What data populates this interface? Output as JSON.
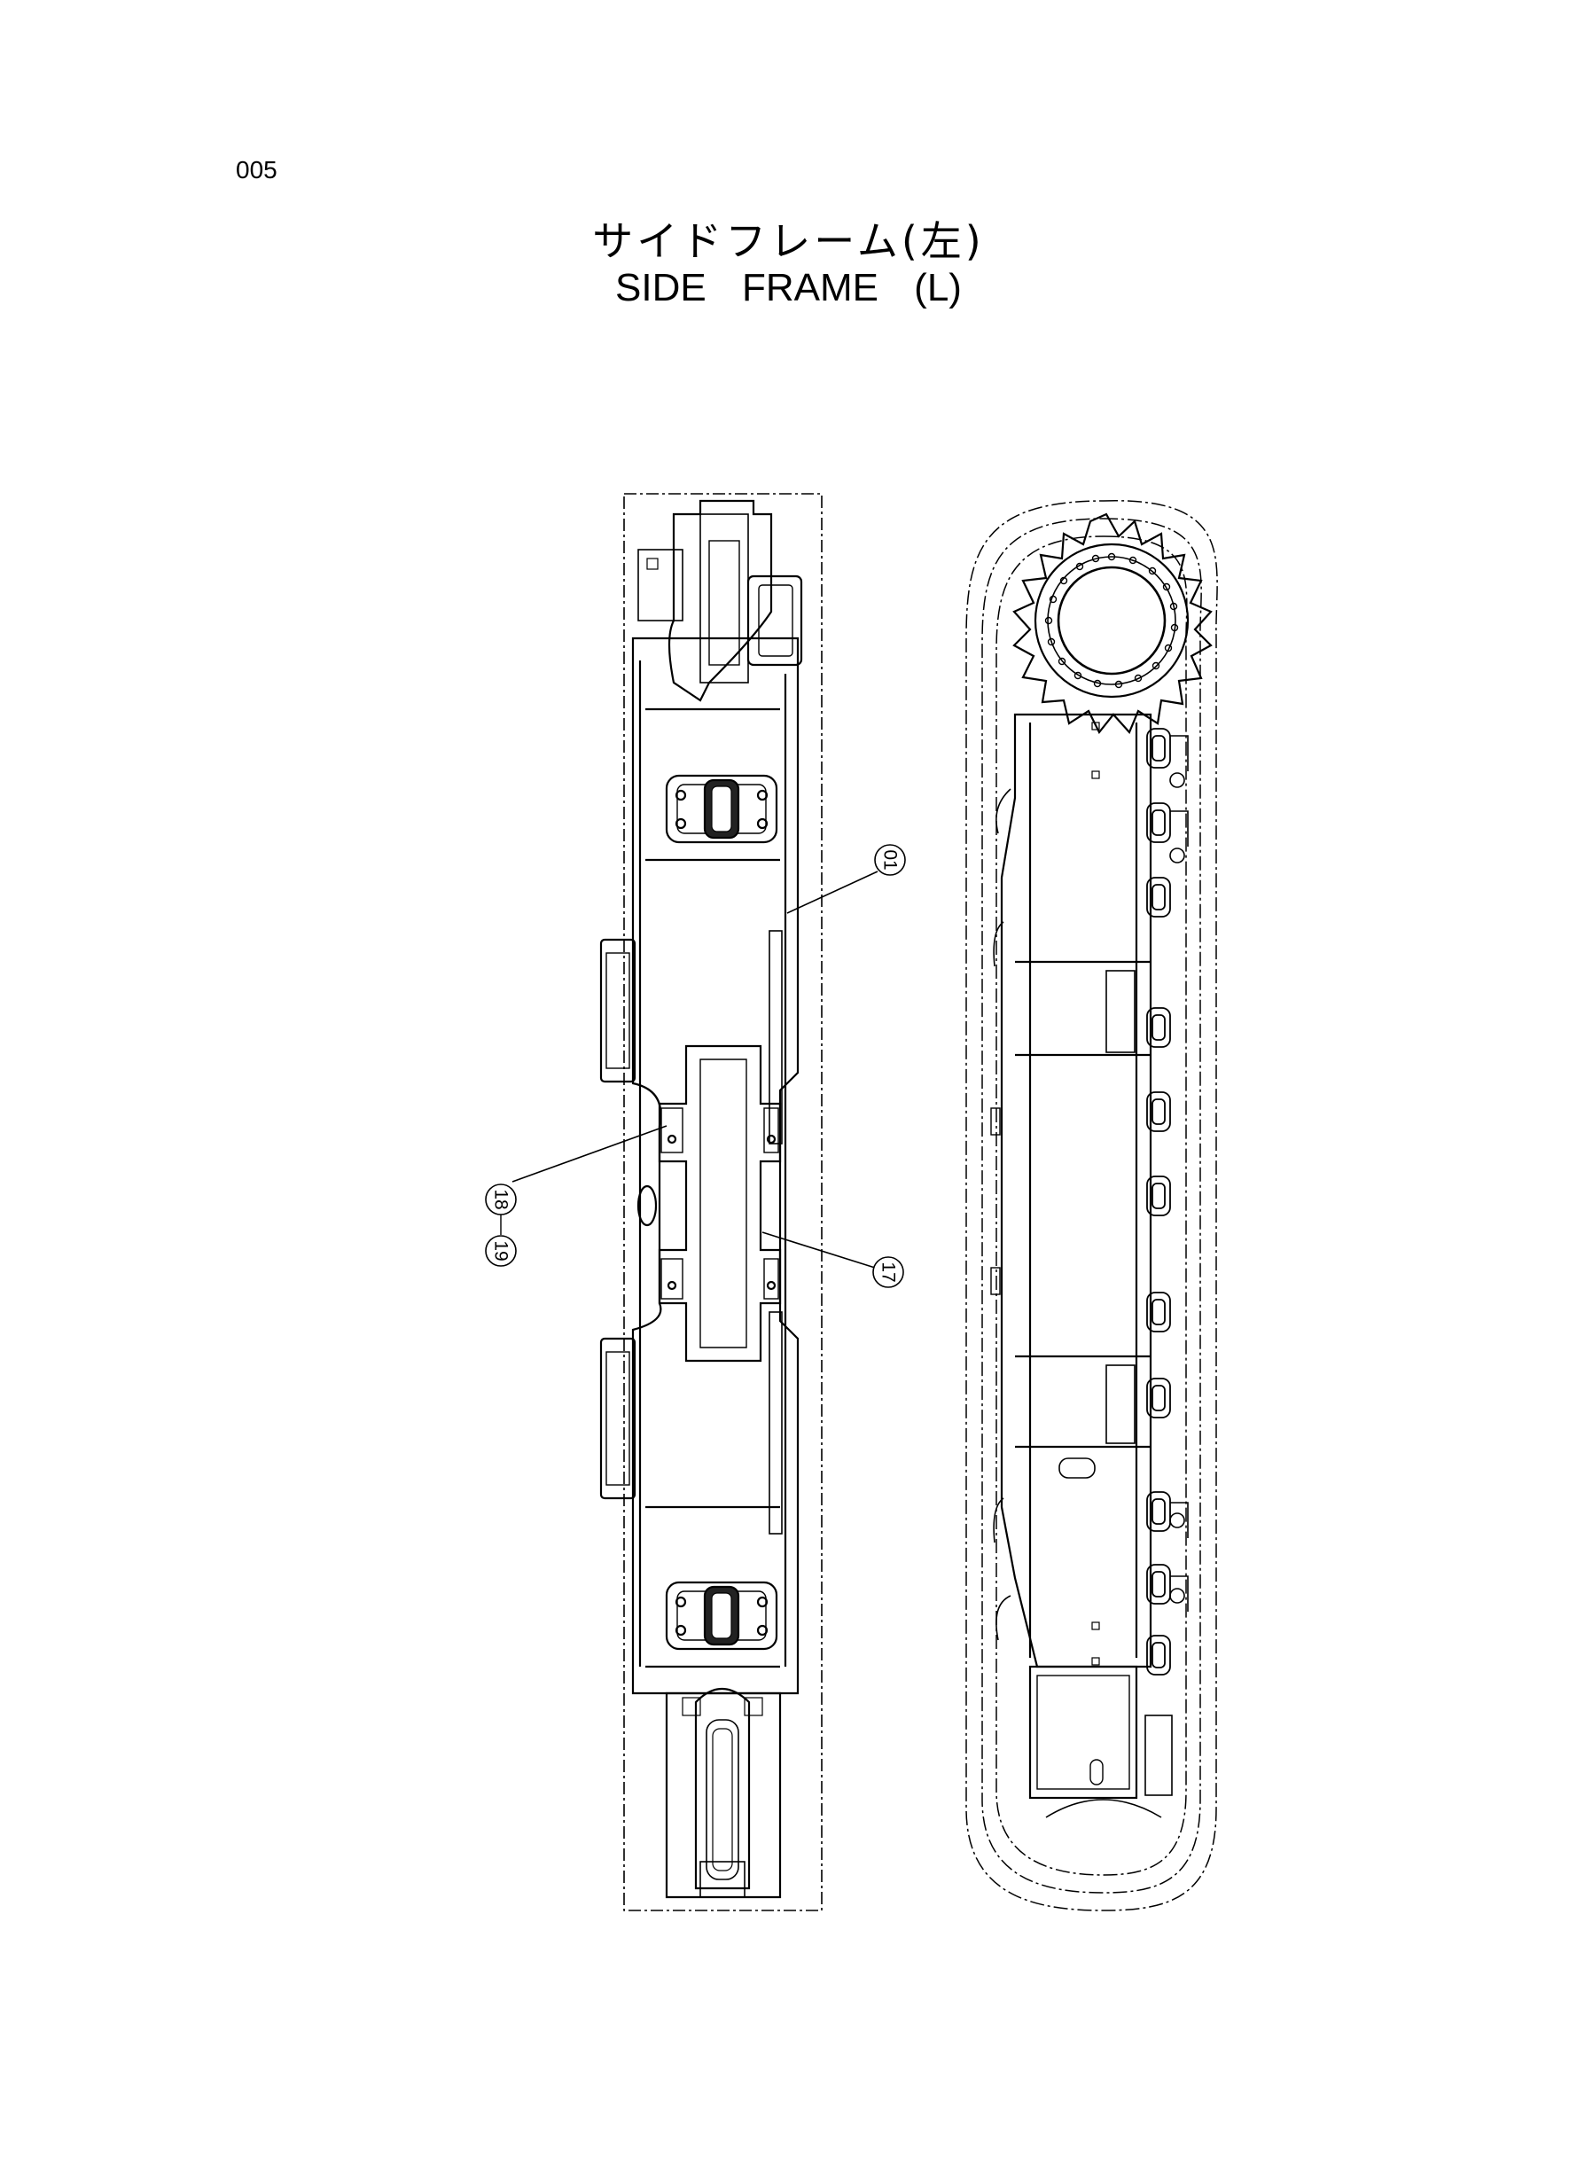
{
  "page": {
    "number": "005"
  },
  "title": {
    "japanese": "サイドフレーム(左)",
    "english": "SIDE  FRAME (L)"
  },
  "callouts": [
    {
      "id": "callout-01",
      "label": "01"
    },
    {
      "id": "callout-17",
      "label": "17"
    },
    {
      "id": "callout-18",
      "label": "18"
    },
    {
      "id": "callout-19",
      "label": "19"
    }
  ]
}
